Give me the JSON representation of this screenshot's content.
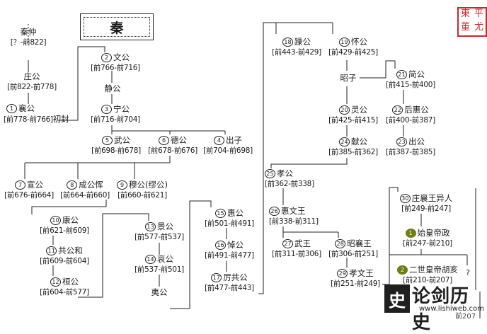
{
  "title": "秦",
  "seal": [
    "東",
    "平",
    "董",
    "尤"
  ],
  "watermark": {
    "logo": "史",
    "text": "论剑历史",
    "url": "www.lishiweb.com"
  },
  "corner_text": "前207",
  "unknown_mark": "?",
  "nodes": {
    "qinzhong": {
      "badge": "",
      "name": "秦仲",
      "years": "[？-前822]",
      "note": ""
    },
    "zhuanggong": {
      "badge": "",
      "name": "庄公",
      "years": "[前822-前778]",
      "note": ""
    },
    "xianggong": {
      "badge": "1",
      "name": "襄公",
      "years": "[前778-前766]",
      "note": "初封"
    },
    "wengong": {
      "badge": "2",
      "name": "文公",
      "years": "[前766-前716]",
      "note": ""
    },
    "jinggong_s": {
      "badge": "",
      "name": "静公",
      "years": "",
      "note": ""
    },
    "ninggong": {
      "badge": "3",
      "name": "宁公",
      "years": "[前716-前704]",
      "note": ""
    },
    "wugong": {
      "badge": "5",
      "name": "武公",
      "years": "[前698-前678]",
      "note": ""
    },
    "degong": {
      "badge": "6",
      "name": "德公",
      "years": "[前678-前676]",
      "note": ""
    },
    "chuzi": {
      "badge": "4",
      "name": "出子",
      "years": "[前704-前698]",
      "note": ""
    },
    "xuangong": {
      "badge": "7",
      "name": "宣公",
      "years": "[前676-前664]",
      "note": ""
    },
    "chenggong": {
      "badge": "8",
      "name": "成公恽",
      "years": "[前664-前660]",
      "note": ""
    },
    "mugong": {
      "badge": "9",
      "name": "穆公(缪公)",
      "years": "[前660-前621]",
      "note": ""
    },
    "kanggong": {
      "badge": "10",
      "name": "康公",
      "years": "[前621-前609]",
      "note": ""
    },
    "gonggong": {
      "badge": "11",
      "name": "共公和",
      "years": "[前609-前604]",
      "note": ""
    },
    "huangong": {
      "badge": "12",
      "name": "桓公",
      "years": "[前604-前577]",
      "note": ""
    },
    "jinggong": {
      "badge": "13",
      "name": "景公",
      "years": "[前577-前537]",
      "note": ""
    },
    "aigong": {
      "badge": "14",
      "name": "哀公",
      "years": "[前537-前501]",
      "note": ""
    },
    "yigong": {
      "badge": "",
      "name": "夷公",
      "years": "",
      "note": ""
    },
    "huigong": {
      "badge": "15",
      "name": "惠公",
      "years": "[前501-前491]",
      "note": ""
    },
    "daogong": {
      "badge": "16",
      "name": "悼公",
      "years": "[前491-前477]",
      "note": ""
    },
    "ligonggong": {
      "badge": "17",
      "name": "厉共公",
      "years": "[前477-前443]",
      "note": ""
    },
    "zaogong": {
      "badge": "18",
      "name": "躁公",
      "years": "[前443-前429]",
      "note": ""
    },
    "huaigong": {
      "badge": "19",
      "name": "怀公",
      "years": "[前429-前425]",
      "note": ""
    },
    "zhaozi": {
      "badge": "",
      "name": "昭子",
      "years": "",
      "note": ""
    },
    "jiangong": {
      "badge": "21",
      "name": "简公",
      "years": "[前415-前400]",
      "note": ""
    },
    "linggong": {
      "badge": "20",
      "name": "灵公",
      "years": "[前425-前415]",
      "note": ""
    },
    "houhuigong": {
      "badge": "22",
      "name": "后惠公",
      "years": "[前400-前387]",
      "note": ""
    },
    "xiangong": {
      "badge": "24",
      "name": "献公",
      "years": "[前385-前362]",
      "note": ""
    },
    "chugong": {
      "badge": "23",
      "name": "出公",
      "years": "[前387-前385]",
      "note": ""
    },
    "xiaogong": {
      "badge": "25",
      "name": "孝公",
      "years": "[前362-前338]",
      "note": ""
    },
    "huiwenwang": {
      "badge": "26",
      "name": "惠文王",
      "years": "[前338-前311]",
      "note": ""
    },
    "wuwang": {
      "badge": "27",
      "name": "武王",
      "years": "[前311-前306]",
      "note": ""
    },
    "zhaoxiangwang": {
      "badge": "28",
      "name": "昭襄王",
      "years": "[前306-前251]",
      "note": ""
    },
    "xiaowenwang": {
      "badge": "29",
      "name": "孝文王",
      "years": "[前251-前249]",
      "note": ""
    },
    "zhuangxiangwang": {
      "badge": "30",
      "name": "庄襄王异人",
      "years": "[前249-前247]",
      "note": ""
    },
    "shihuangdi": {
      "badge": "1",
      "name": "始皇帝政",
      "years": "[前247-前210]",
      "note": ""
    },
    "ershihuangdi": {
      "badge": "2",
      "name": "二世皇帝胡亥",
      "years": "[前210-前207]",
      "note": ""
    }
  }
}
